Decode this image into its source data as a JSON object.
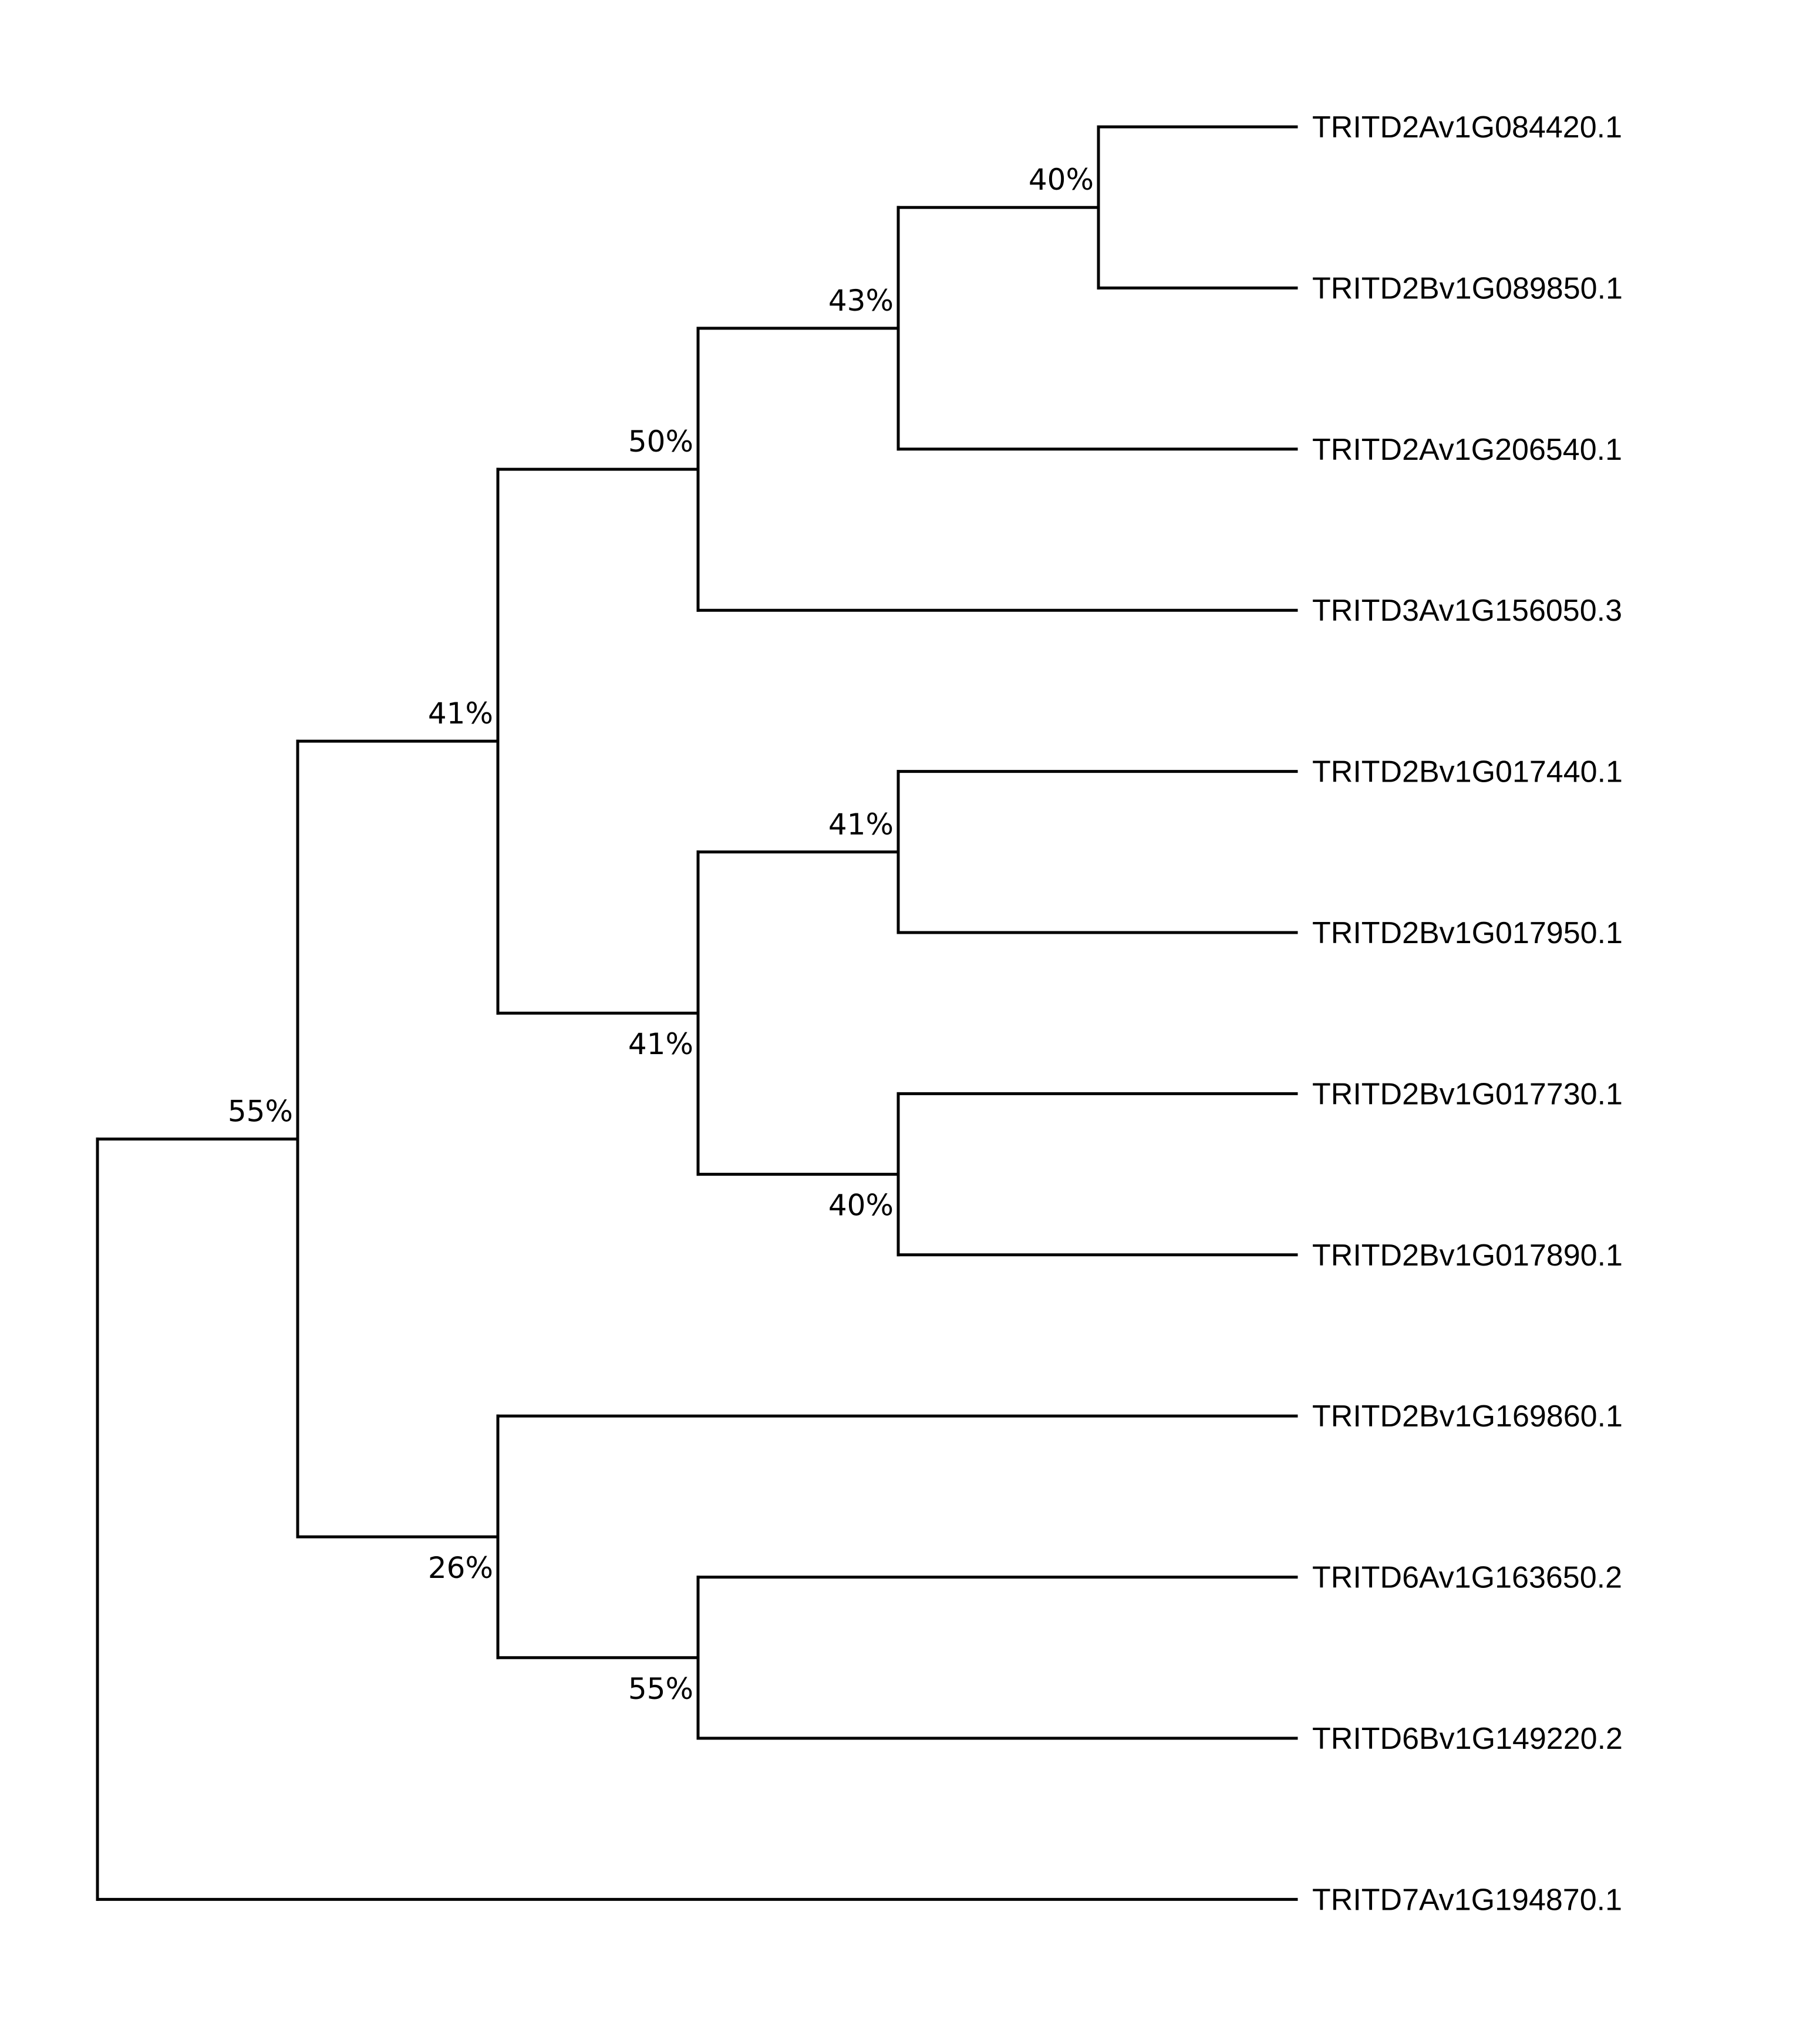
{
  "tree": {
    "line_color": "#000000",
    "background": "#ffffff",
    "leaves": [
      {
        "id": "L1",
        "label": "TRITD2Av1G084420.1"
      },
      {
        "id": "L2",
        "label": "TRITD2Bv1G089850.1"
      },
      {
        "id": "L3",
        "label": "TRITD2Av1G206540.1"
      },
      {
        "id": "L4",
        "label": "TRITD3Av1G156050.3"
      },
      {
        "id": "L5",
        "label": "TRITD2Bv1G017440.1"
      },
      {
        "id": "L6",
        "label": "TRITD2Bv1G017950.1"
      },
      {
        "id": "L7",
        "label": "TRITD2Bv1G017730.1"
      },
      {
        "id": "L8",
        "label": "TRITD2Bv1G017890.1"
      },
      {
        "id": "L9",
        "label": "TRITD2Bv1G169860.1"
      },
      {
        "id": "L10",
        "label": "TRITD6Av1G163650.2"
      },
      {
        "id": "L11",
        "label": "TRITD6Bv1G149220.2"
      },
      {
        "id": "L12",
        "label": "TRITD7Av1G194870.1"
      }
    ],
    "nodes": [
      {
        "id": "root",
        "children": [
          "A",
          "L12"
        ],
        "support": ""
      },
      {
        "id": "A",
        "children": [
          "B",
          "C"
        ],
        "support": "55%"
      },
      {
        "id": "B",
        "children": [
          "D",
          "E"
        ],
        "support": "41%"
      },
      {
        "id": "D",
        "children": [
          "F",
          "L4"
        ],
        "support": "50%"
      },
      {
        "id": "F",
        "children": [
          "G",
          "L3"
        ],
        "support": "43%"
      },
      {
        "id": "G",
        "children": [
          "L1",
          "L2"
        ],
        "support": "40%"
      },
      {
        "id": "E",
        "children": [
          "H",
          "I"
        ],
        "support": "41%"
      },
      {
        "id": "H",
        "children": [
          "L5",
          "L6"
        ],
        "support": "41%"
      },
      {
        "id": "I",
        "children": [
          "L7",
          "L8"
        ],
        "support": "40%"
      },
      {
        "id": "C",
        "children": [
          "L9",
          "J"
        ],
        "support": "26%"
      },
      {
        "id": "J",
        "children": [
          "L10",
          "L11"
        ],
        "support": "55%"
      }
    ]
  }
}
